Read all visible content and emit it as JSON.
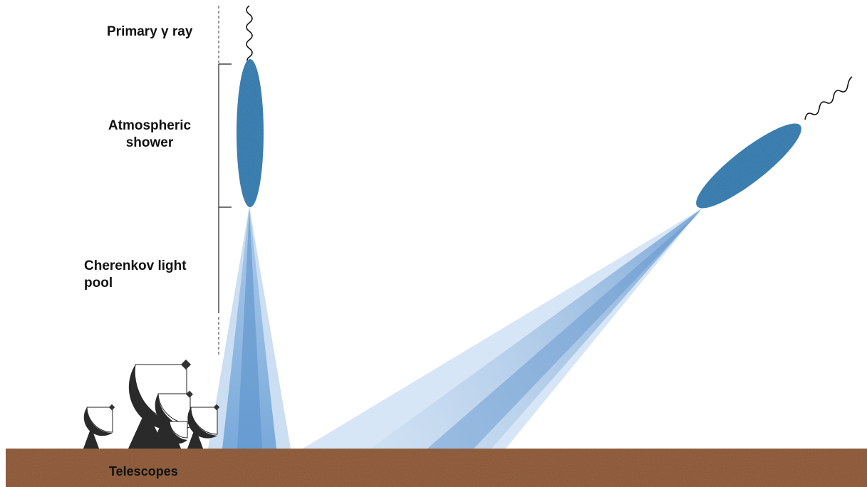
{
  "labels": {
    "primary": "Primary γ ray",
    "atmospheric_1": "Atmospheric",
    "atmospheric_2": "shower",
    "cherenkov_1": "Cherenkov light",
    "cherenkov_2": "pool",
    "telescopes": "Telescopes"
  },
  "colors": {
    "shower": "#2f78ad",
    "light_cone": "#6aa0d6",
    "ground": "#8a5431",
    "telescope": "#2a2a2a"
  }
}
